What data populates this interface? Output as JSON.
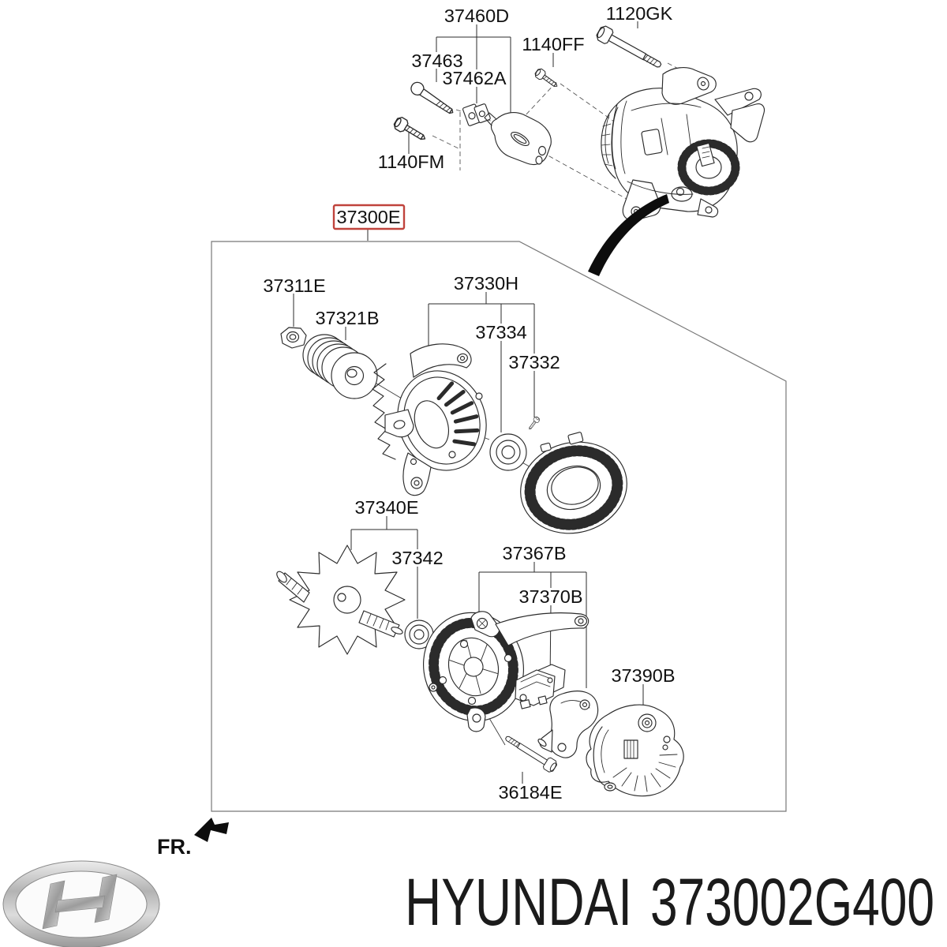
{
  "colors": {
    "highlight": "#c0433c",
    "line": "#2b2b2b",
    "outer_box": "#777777",
    "text": "#111111"
  },
  "diagram": {
    "highlighted_assembly": {
      "label": "37300E"
    },
    "labels": {
      "l37460D": "37460D",
      "l1140FF": "1140FF",
      "l1120GK": "1120GK",
      "l37463": "37463",
      "l37462A": "37462A",
      "l1140FM": "1140FM",
      "l37311E": "37311E",
      "l37321B": "37321B",
      "l37330H": "37330H",
      "l37334": "37334",
      "l37332": "37332",
      "l37340E": "37340E",
      "l37342": "37342",
      "l37367B": "37367B",
      "l37370B": "37370B",
      "l37390B": "37390B",
      "l36184E": "36184E"
    },
    "fr_label": "FR."
  },
  "icons": {
    "logo": "hyundai-logo",
    "direction_arrow": "fr-direction-arrow",
    "assembly_arrow": "assembly-swoosh-arrow"
  },
  "footer": {
    "brand": "HYUNDAI",
    "part_number": "373002G400"
  }
}
